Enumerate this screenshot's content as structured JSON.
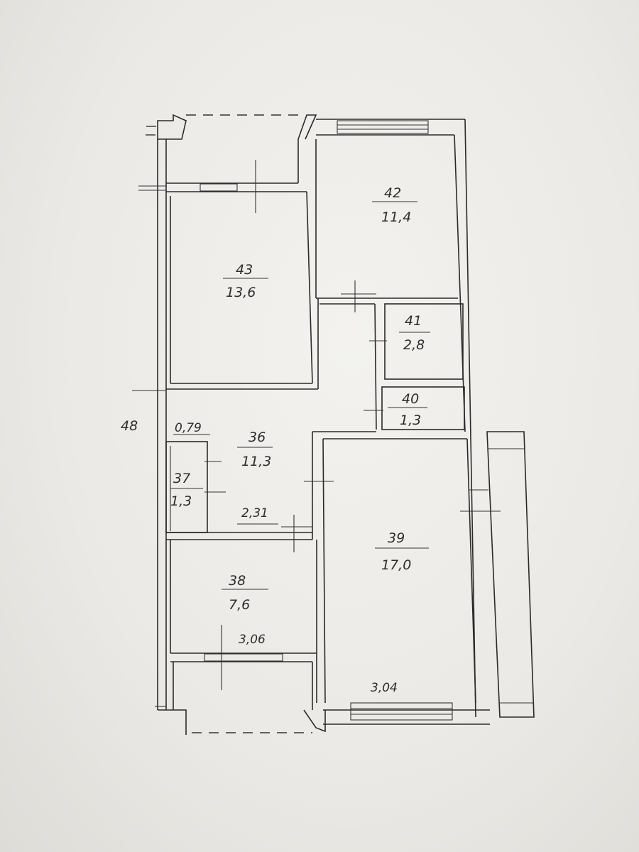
{
  "rooms": [
    {
      "number": "42",
      "area": "11,4"
    },
    {
      "number": "43",
      "area": "13,6"
    },
    {
      "number": "41",
      "area": "2,8"
    },
    {
      "number": "40",
      "area": "1,3"
    },
    {
      "number": "36",
      "area": "11,3"
    },
    {
      "number": "37",
      "area": "1,3"
    },
    {
      "number": "39",
      "area": "17,0"
    },
    {
      "number": "38",
      "area": "7,6"
    }
  ],
  "dimensions": [
    "0,79",
    "2,31",
    "3,06",
    "3,04"
  ],
  "apartment_number": "48"
}
